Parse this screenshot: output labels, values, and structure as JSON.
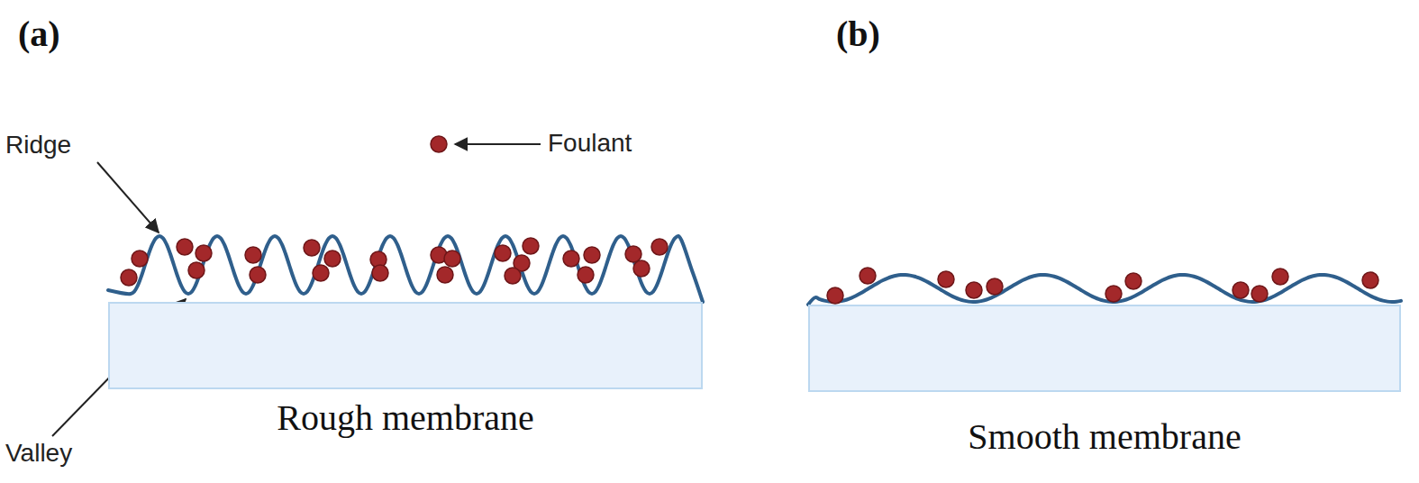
{
  "diagram": {
    "nodes": [
      {
        "text": [
          "Rough membrane"
        ]
      },
      {
        "text": [
          "Smooth membrane"
        ]
      }
    ],
    "labels": [
      "(a)",
      "Ridge",
      "Foulant",
      "Valley",
      "(b)"
    ]
  }
}
